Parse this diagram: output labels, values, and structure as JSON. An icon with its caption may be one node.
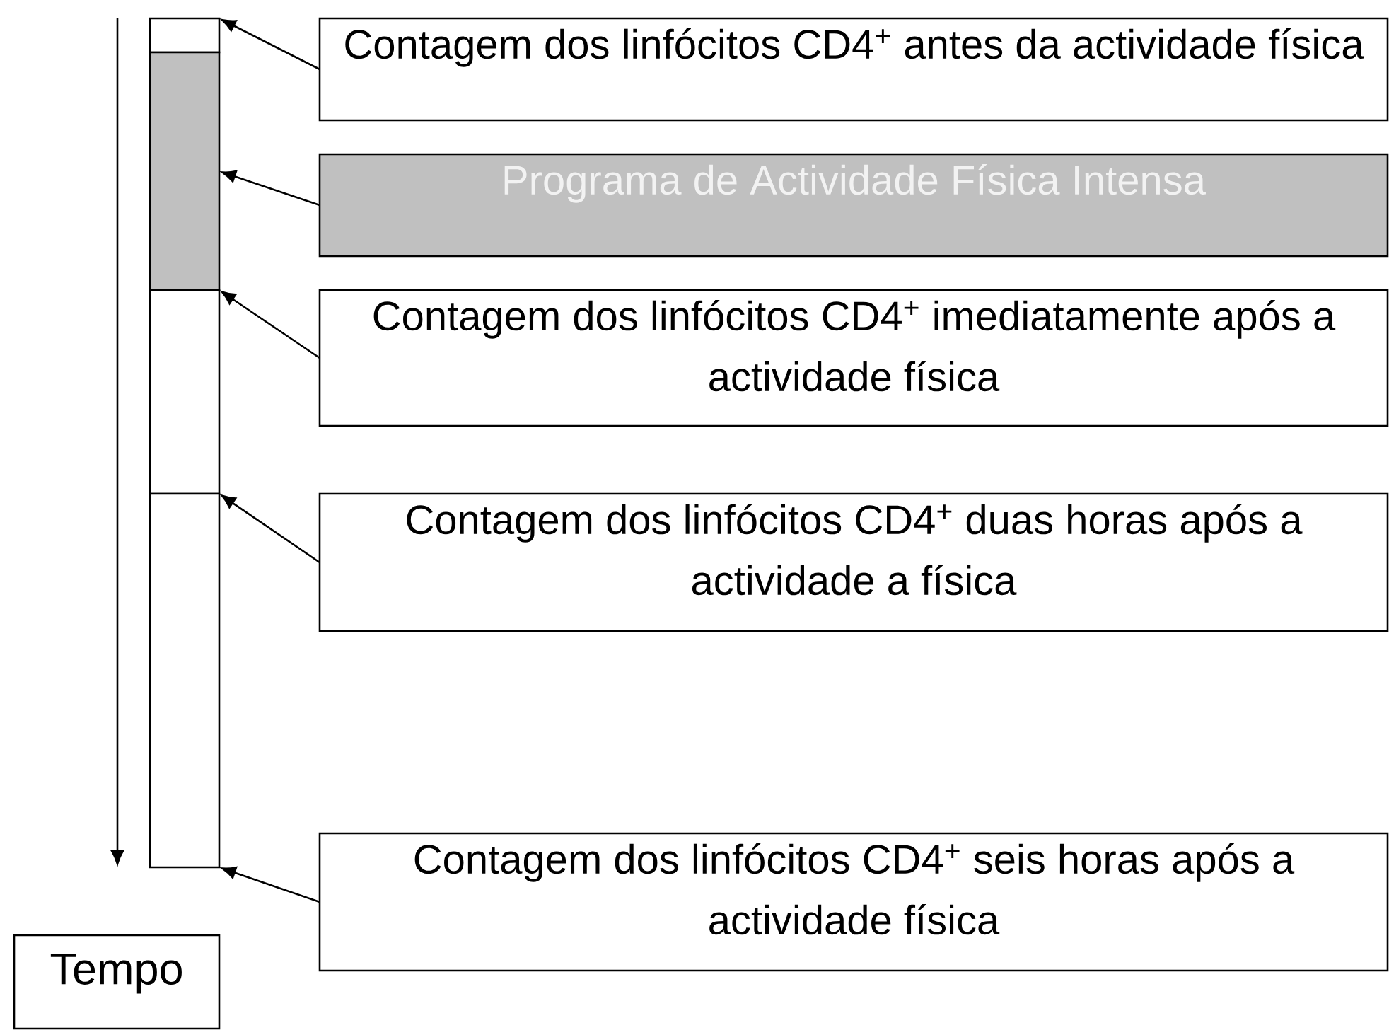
{
  "diagram": {
    "nodes": [
      {
        "text": [
          "Contagem dos linfócitos CD4$^{+}$ antes da actividade física"
        ]
      },
      {
        "text": [
          "Programa de Actividade Física Intensa"
        ]
      },
      {
        "text": [
          "Contagem dos linfócitos CD4$^{+}$ imediatamente após a actividade física"
        ]
      },
      {
        "text": [
          "Contagem dos linfócitos CD4$^{+}$ duas horas após a actividade a física"
        ]
      },
      {
        "text": [
          "Contagem dos linfócitos CD4$^{+}$ seis horas após a actividade física"
        ]
      },
      {
        "text": [
          "Tempo"
        ]
      },
      {
        "text": [],
        "shape": "box"
      },
      {
        "text": [],
        "shape": "box"
      },
      {
        "text": [],
        "shape": "box"
      },
      {
        "text": [],
        "shape": "box"
      }
    ],
    "edges": [
      {
        "from": 0,
        "to": 6,
        "arrow": "to"
      },
      {
        "from": 1,
        "to": 7,
        "arrow": "to"
      },
      {
        "from": 2,
        "to": 8,
        "arrow": "to"
      },
      {
        "from": 3,
        "to": 9,
        "arrow": "to"
      },
      {
        "from": 4,
        "to": 9,
        "arrow": "to"
      }
    ]
  }
}
